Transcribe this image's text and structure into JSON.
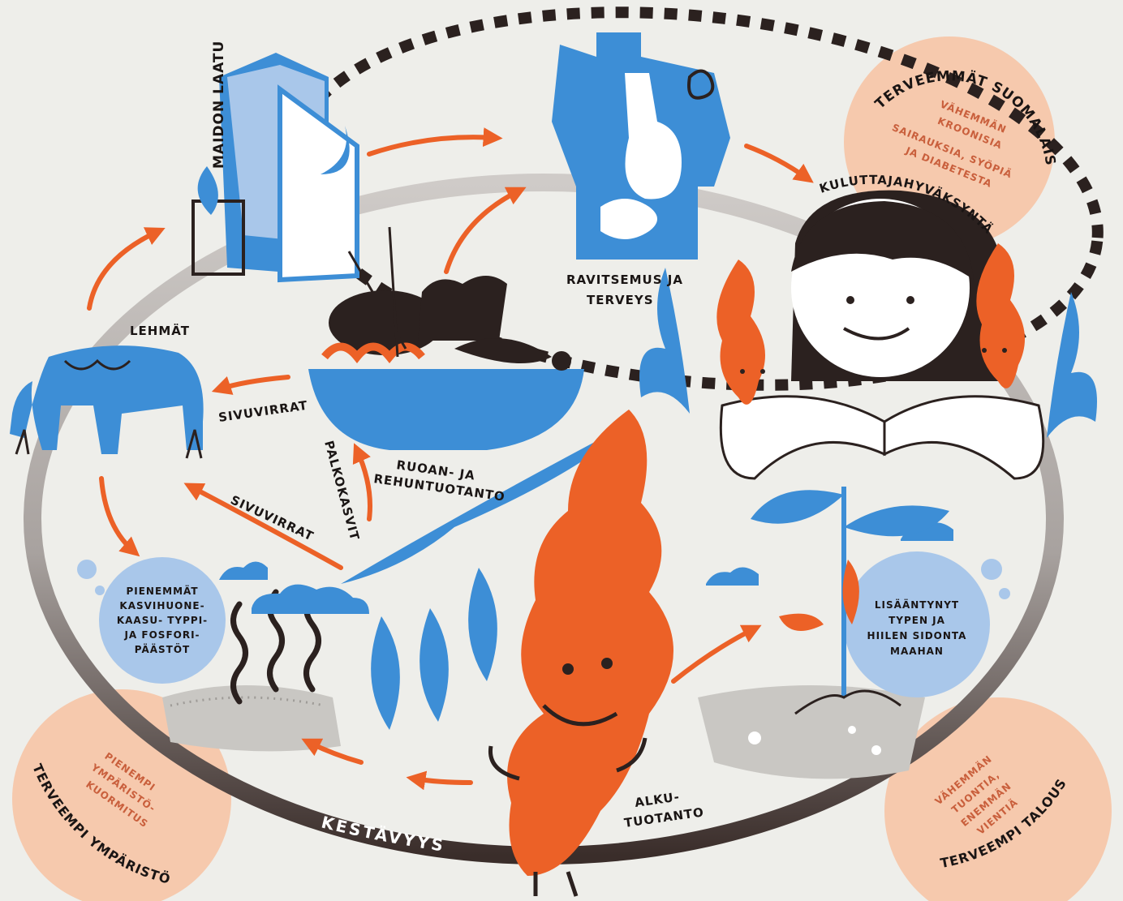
{
  "labels": {
    "milk_quality": "MAIDON LAATU",
    "nutrition_1": "RAVITSEMUS JA",
    "nutrition_2": "TERVEYS",
    "consumer_acceptance": "KULUTTAJAHYVÄKSYNTÄ",
    "cows": "LEHMÄT",
    "side_streams_1": "SIVUVIRRAT",
    "side_streams_2": "SIVUVIRRAT",
    "food_feed_1": "RUOAN- JA",
    "food_feed_2": "REHUNTUOTANTO",
    "legumes": "PALKOKASVIT",
    "primary_1": "ALKU-",
    "primary_2": "TUOTANTO",
    "sustainability": "KESTÄVYYS"
  },
  "circles": {
    "emissions": [
      "PIENEMMÄT",
      "KASVIHUONE-",
      "KAASU- TYPPI-",
      "JA FOSFORI-",
      "PÄÄSTÖT"
    ],
    "nitrogen": [
      "LISÄÄNTYNYT",
      "TYPEN JA",
      "HIILEN SIDONTA",
      "MAAHAN"
    ]
  },
  "badges": {
    "health": {
      "title": "TERVEEMMÄT SUOMALAISET",
      "lines": [
        "VÄHEMMÄN",
        "KROONISIA",
        "SAIRAUKSIA, SYÖPIÄ",
        "JA DIABETESTA"
      ]
    },
    "environment": {
      "title": "TERVEEMPI YMPÄRISTÖ",
      "lines": [
        "PIENEMPI",
        "YMPÄRISTÖ-",
        "KUORMITUS"
      ]
    },
    "economy": {
      "title": "TERVEEMPI TALOUS",
      "lines": [
        "VÄHEMMÄN",
        "TUONTIA,",
        "ENEMMÄN",
        "VIENTIÄ"
      ]
    }
  },
  "colors": {
    "background": "#eeeeea",
    "blue": "#3d8ed6",
    "orange": "#ec6127",
    "dark": "#2b211f",
    "peach": "#f6c9ad",
    "light_blue": "#a9c7ea",
    "ring_gray": "#b4b0ad"
  },
  "icons": [
    "milk-carton-icon",
    "stomach-figure-icon",
    "girl-hugging-icon",
    "cow-icon",
    "food-bowl-icon",
    "legume-character-icon",
    "bean-plant-icon",
    "cloud-icon"
  ]
}
